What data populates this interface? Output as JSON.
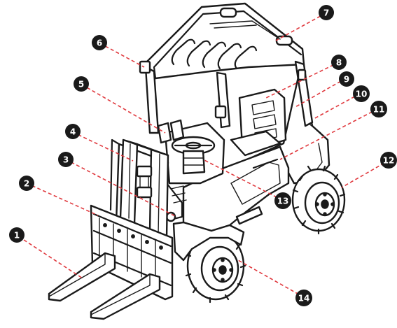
{
  "colors": {
    "leader": "#e0393e",
    "badge": "#1a1a1a",
    "badge_text": "#ffffff",
    "outline": "#1a1a1a"
  },
  "callouts": [
    {
      "label": "1"
    },
    {
      "label": "2"
    },
    {
      "label": "3"
    },
    {
      "label": "4"
    },
    {
      "label": "5"
    },
    {
      "label": "6"
    },
    {
      "label": "7"
    },
    {
      "label": "8"
    },
    {
      "label": "9"
    },
    {
      "label": "10"
    },
    {
      "label": "11"
    },
    {
      "label": "12"
    },
    {
      "label": "13"
    },
    {
      "label": "14"
    }
  ]
}
